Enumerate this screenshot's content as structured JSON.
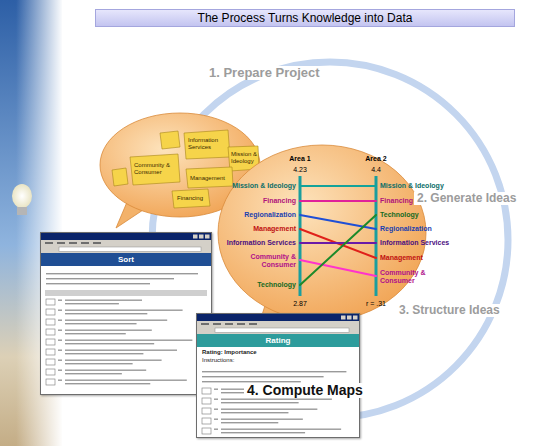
{
  "diagram": {
    "title": "The Process Turns Knowledge into Data",
    "nodes": [
      {
        "text": [
          "Sort"
        ]
      },
      {
        "text": [
          "Rating",
          "Rating: Importance",
          "Instructions:"
        ]
      }
    ],
    "labels": [
      "1. Prepare Project",
      "2. Generate Ideas",
      "3. Structure Ideas",
      "4. Compute Maps",
      "Area 1",
      "Area 2",
      "4.23",
      "4.4",
      "2.87",
      "r = .31",
      "Mission & Ideology",
      "Financing",
      "Regionalization",
      "Management",
      "Information Services",
      "Community & Consumer",
      "Technology",
      "Mission & Ideology",
      "Financing",
      "Technology",
      "Regionalization",
      "Information Services",
      "Management",
      "Community & Consumer",
      "Community & Consumer",
      "Information Services",
      "Management",
      "Financing",
      "Mission & Ideology"
    ]
  }
}
